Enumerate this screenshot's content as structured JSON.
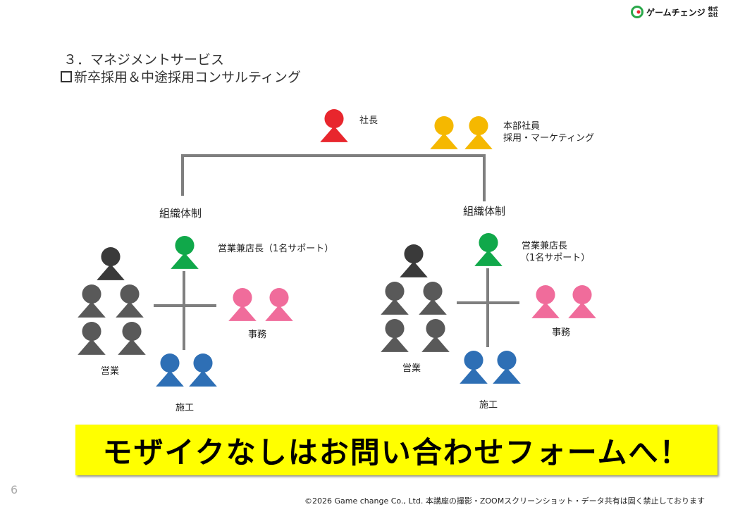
{
  "header": {
    "logo_text": "ゲームチェンジ",
    "logo_suffix": "株式会社",
    "section_title": "３．マネジメントサービス",
    "sub_title": "新卒採用＆中途採用コンサルティング"
  },
  "diagram": {
    "president_label": "社長",
    "hq_label_line1": "本部社員",
    "hq_label_line2": "採用・マーケティング",
    "left_org": {
      "title": "組織体制",
      "manager_label": "営業兼店長（1名サポート）",
      "office_label": "事務",
      "sales_label": "営業",
      "construction_label": "施工"
    },
    "right_org": {
      "title": "組織体制",
      "manager_label_line1": "営業兼店長",
      "manager_label_line2": "（1名サポート）",
      "office_label": "事務",
      "sales_label": "営業",
      "construction_label": "施工"
    },
    "colors": {
      "president": "#e8262d",
      "hq": "#f5b800",
      "manager": "#10a84a",
      "office": "#f06c9b",
      "sales_lead": "#3a3a3a",
      "sales": "#595959",
      "construction": "#2e6fb5",
      "connector": "#7f7f7f"
    }
  },
  "banner": {
    "text": "モザイクなしはお問い合わせフォームへ！",
    "color": "#ffff00"
  },
  "footer": {
    "page_number": "6",
    "copyright": "©2026 Game change Co., Ltd. 本講座の撮影・ZOOMスクリーンショット・データ共有は固く禁止しております"
  }
}
